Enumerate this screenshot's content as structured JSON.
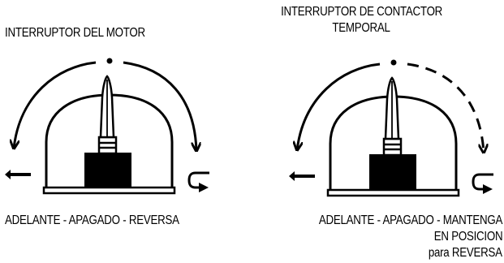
{
  "left_switch": {
    "title": "INTERRUPTOR DEL MOTOR",
    "caption": "ADELANTE - APAGADO - REVERSA"
  },
  "right_switch": {
    "title_line1": "INTERRUPTOR DE CONTACTOR",
    "title_line2": "TEMPORAL",
    "caption_line1": "ADELANTE - APAGADO - MANTENGA",
    "caption_line2": "EN POSICION",
    "caption_line3": "para REVERSA"
  }
}
